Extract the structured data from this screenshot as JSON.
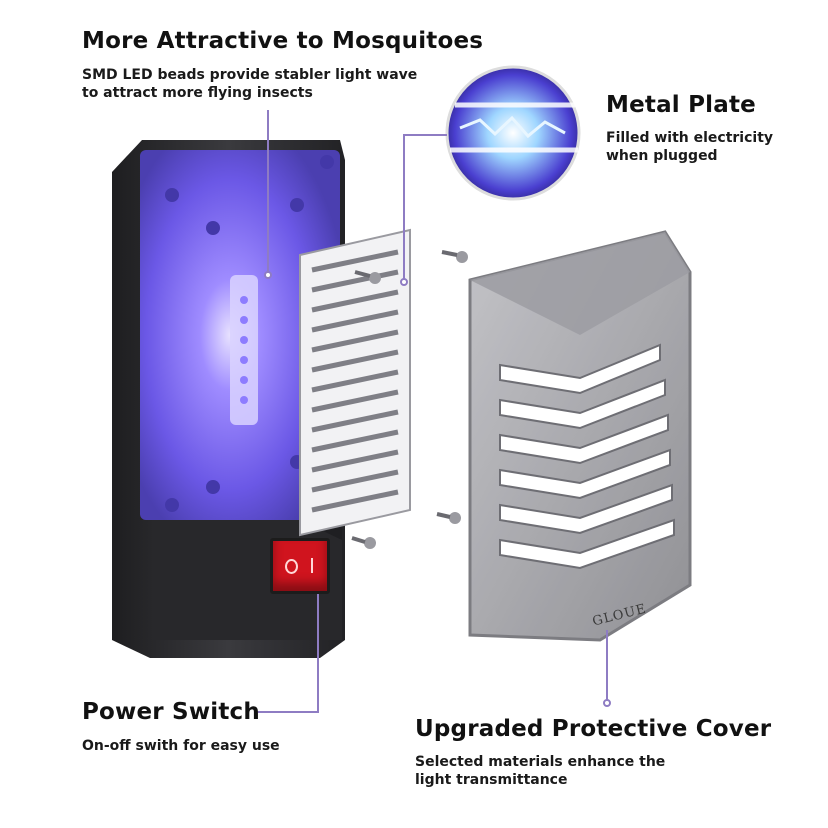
{
  "features": {
    "attract": {
      "title": "More Attractive to Mosquitoes",
      "line1": "SMD LED beads provide stabler light wave",
      "line2": "to attract more flying insects"
    },
    "metal_plate": {
      "title": "Metal Plate",
      "line1": "Filled with electricity",
      "line2": "when plugged"
    },
    "power_switch": {
      "title": "Power Switch",
      "line1": "On-off swith for easy use"
    },
    "cover": {
      "title": "Upgraded Protective Cover",
      "line1": "Selected materials enhance the",
      "line2": "light transmittance"
    }
  },
  "brand_mark": "GLOUE",
  "colors": {
    "uv_purple": "#7b61ff",
    "device_body": "#2b2b2e",
    "switch_red": "#d0141e",
    "cover_gray": "#8c8c90",
    "callout_line": "#8e7cc3"
  }
}
